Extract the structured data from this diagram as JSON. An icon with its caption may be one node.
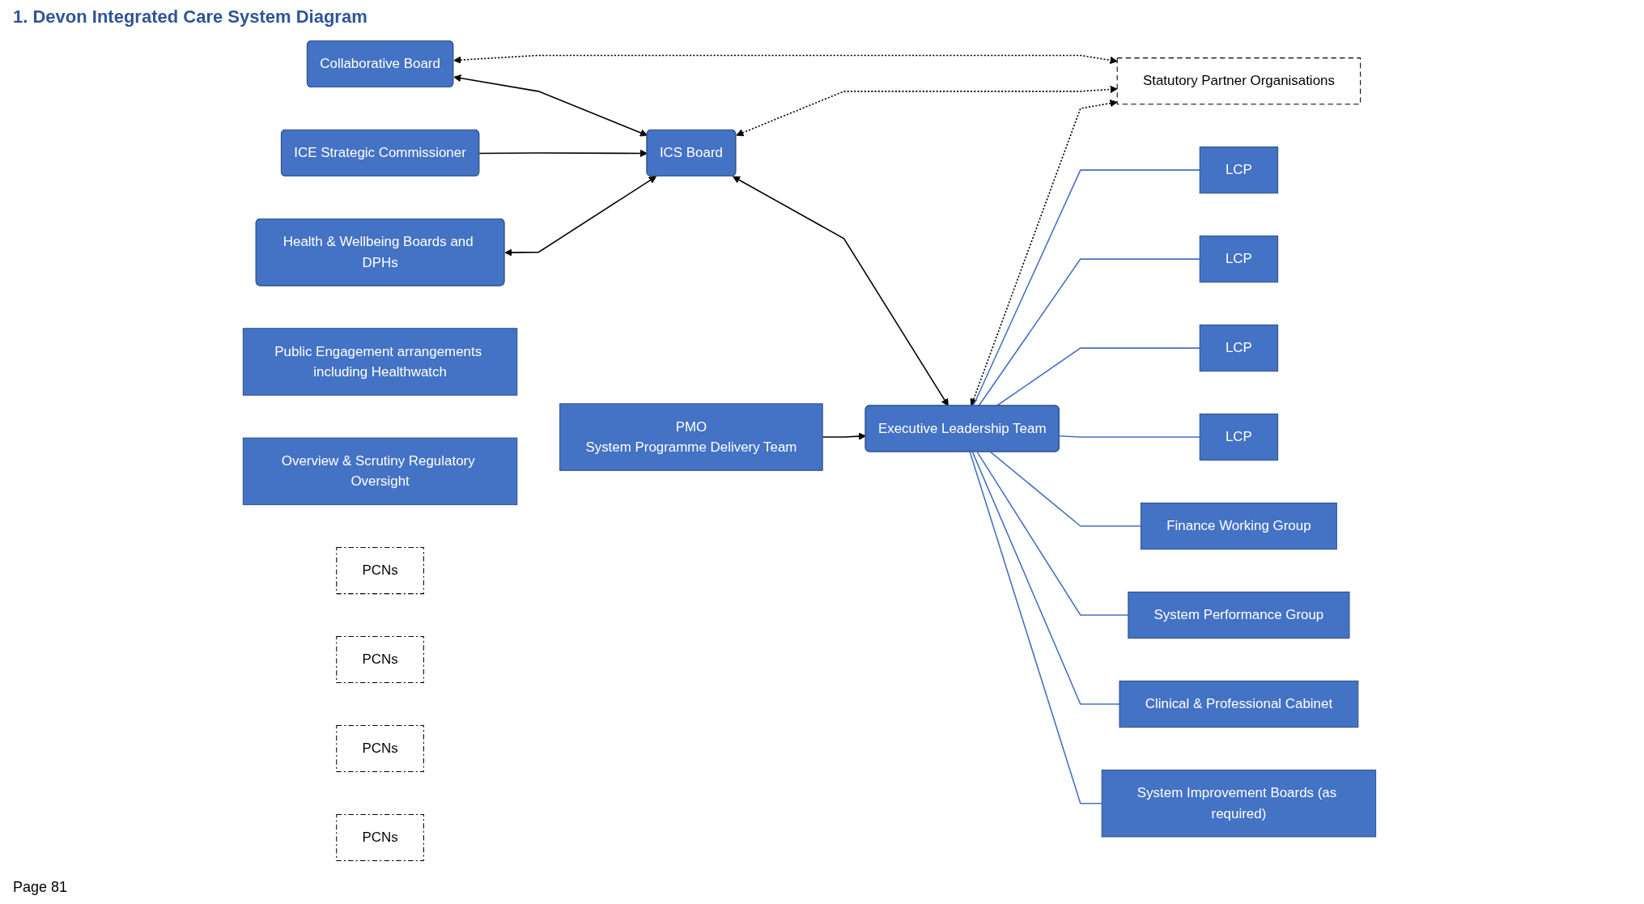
{
  "diagram": {
    "title": "1. Devon Integrated Care System Diagram",
    "nodes": [
      {
        "text": [
          "Collaborative Board"
        ]
      },
      {
        "text": [
          "ICE Strategic Commissioner"
        ]
      },
      {
        "text": [
          "ICS Board"
        ]
      },
      {
        "text": [
          "Statutory Partner Organisations"
        ]
      },
      {
        "text": [
          "Health & Wellbeing Boards and DPHs"
        ]
      },
      {
        "text": [
          "Executive Leadership Team"
        ]
      },
      {
        "text": [
          "Public Engagement arrangements including Healthwatch"
        ]
      },
      {
        "text": [
          "Overview & Scrutiny Regulatory Oversight"
        ]
      },
      {
        "text": [
          "PMO",
          "System Programme Delivery Team"
        ]
      },
      {
        "text": [
          "Finance Working Group"
        ]
      },
      {
        "text": [
          "PCNs"
        ]
      },
      {
        "text": [
          "LCP"
        ]
      },
      {
        "text": [
          "System Performance Group"
        ]
      },
      {
        "text": [
          "PCNs"
        ]
      },
      {
        "text": [
          "LCP"
        ]
      },
      {
        "text": [
          "PCNs"
        ]
      },
      {
        "text": [
          "LCP"
        ]
      },
      {
        "text": [
          "Clinical & Professional Cabinet"
        ]
      },
      {
        "text": [
          "PCNs"
        ]
      },
      {
        "text": [
          "LCP"
        ]
      },
      {
        "text": [
          "System Improvement Boards (as required)"
        ]
      }
    ],
    "edges": [
      {
        "from": 0,
        "to": 3,
        "arrow": "both",
        "style": "dashed"
      },
      {
        "from": 0,
        "to": 2,
        "arrow": "both"
      },
      {
        "from": 1,
        "to": 2,
        "arrow": "to"
      },
      {
        "from": 4,
        "to": 2,
        "arrow": "both"
      },
      {
        "from": 2,
        "to": 3,
        "arrow": "both",
        "style": "dashed"
      },
      {
        "from": 2,
        "to": 5,
        "arrow": "both"
      },
      {
        "from": 5,
        "to": 3,
        "arrow": "both",
        "style": "dashed"
      },
      {
        "from": 8,
        "to": 5,
        "arrow": "to"
      },
      {
        "from": 5,
        "to": 11,
        "arrow": "none",
        "color": "#4472c4"
      },
      {
        "from": 5,
        "to": 14,
        "arrow": "none",
        "color": "#4472c4"
      },
      {
        "from": 5,
        "to": 16,
        "arrow": "none",
        "color": "#4472c4"
      },
      {
        "from": 5,
        "to": 19,
        "arrow": "none",
        "color": "#4472c4"
      },
      {
        "from": 5,
        "to": 9,
        "arrow": "none",
        "color": "#4472c4"
      },
      {
        "from": 5,
        "to": 12,
        "arrow": "none",
        "color": "#4472c4"
      },
      {
        "from": 5,
        "to": 17,
        "arrow": "none",
        "color": "#4472c4"
      },
      {
        "from": 5,
        "to": 20,
        "arrow": "none",
        "color": "#4472c4"
      }
    ],
    "labels": [
      "Page 81"
    ]
  }
}
